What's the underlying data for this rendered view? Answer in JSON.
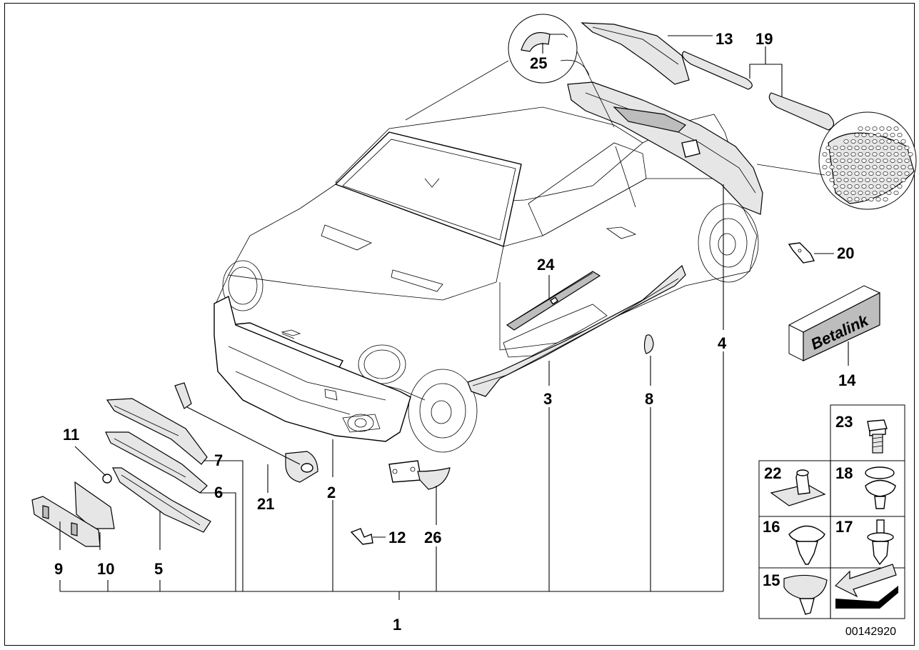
{
  "diagram": {
    "id": "00142920",
    "brand_label": "Betalink",
    "parts": [
      {
        "no": "1"
      },
      {
        "no": "2"
      },
      {
        "no": "3"
      },
      {
        "no": "4"
      },
      {
        "no": "5"
      },
      {
        "no": "6"
      },
      {
        "no": "7"
      },
      {
        "no": "8"
      },
      {
        "no": "9"
      },
      {
        "no": "10"
      },
      {
        "no": "11"
      },
      {
        "no": "12"
      },
      {
        "no": "13"
      },
      {
        "no": "14"
      },
      {
        "no": "15"
      },
      {
        "no": "16"
      },
      {
        "no": "17"
      },
      {
        "no": "18"
      },
      {
        "no": "19"
      },
      {
        "no": "20"
      },
      {
        "no": "21"
      },
      {
        "no": "22"
      },
      {
        "no": "23"
      },
      {
        "no": "24"
      },
      {
        "no": "25"
      },
      {
        "no": "26"
      }
    ]
  }
}
